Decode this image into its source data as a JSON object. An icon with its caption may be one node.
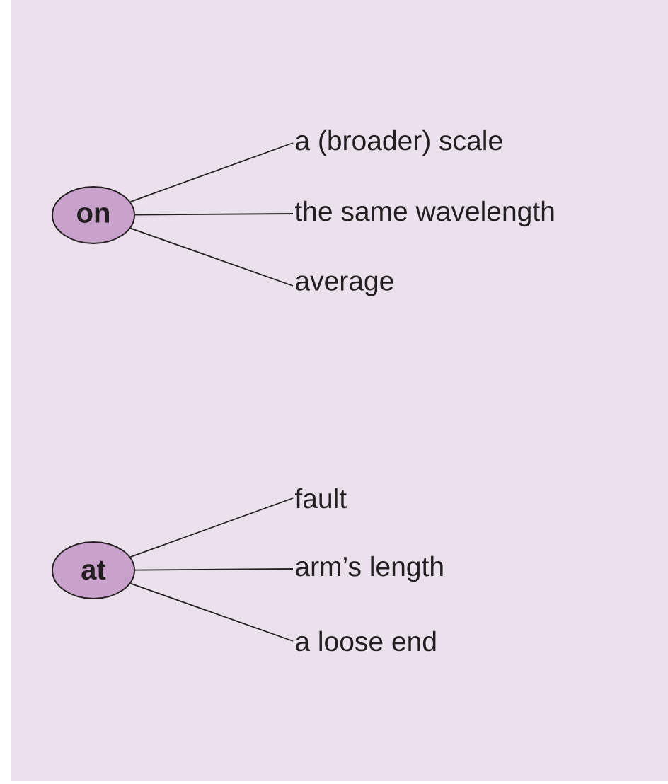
{
  "diagram": {
    "nodes": [
      {
        "text": [
          "on"
        ]
      },
      {
        "text": [
          "a (broader) scale"
        ]
      },
      {
        "text": [
          "the same wavelength"
        ]
      },
      {
        "text": [
          "average"
        ]
      },
      {
        "text": [
          "at"
        ]
      },
      {
        "text": [
          "fault"
        ]
      },
      {
        "text": [
          "arm’s length"
        ]
      },
      {
        "text": [
          "a loose end"
        ]
      }
    ],
    "edges": [
      {
        "from": 0,
        "to": 1,
        "arrow": "none"
      },
      {
        "from": 0,
        "to": 2,
        "arrow": "none"
      },
      {
        "from": 0,
        "to": 3,
        "arrow": "none"
      },
      {
        "from": 4,
        "to": 5,
        "arrow": "none"
      },
      {
        "from": 4,
        "to": 6,
        "arrow": "none"
      },
      {
        "from": 4,
        "to": 7,
        "arrow": "none"
      }
    ]
  }
}
